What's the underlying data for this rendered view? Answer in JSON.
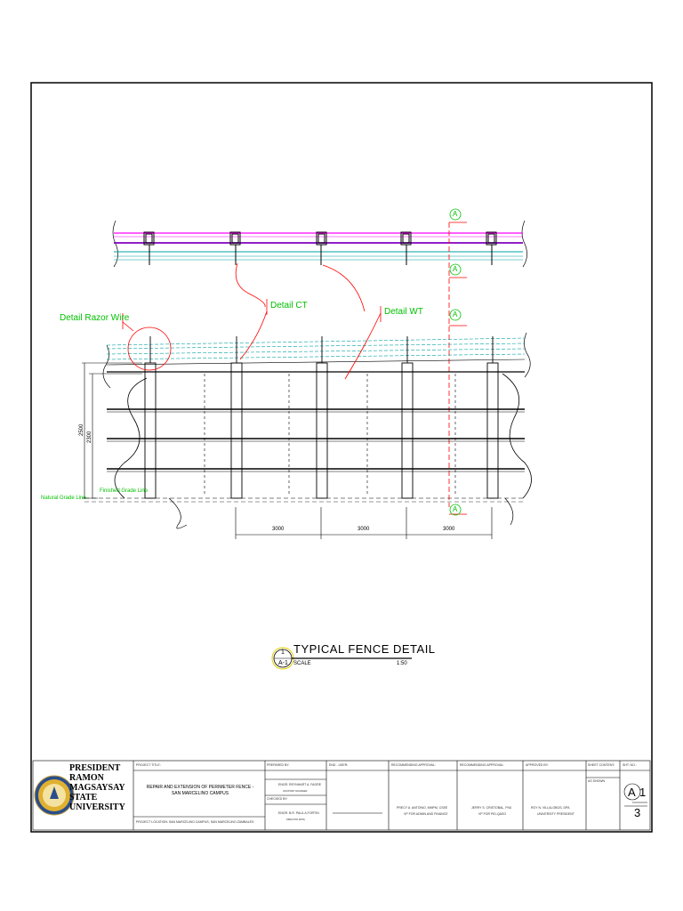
{
  "labels": {
    "detail_razor_wire": "Detail Razor Wire",
    "detail_ct": "Detail CT",
    "detail_wt": "Detail WT",
    "natural_grade_line": "Natural Grade Line",
    "finished_grade_line": "Finished Grade Line",
    "section_marker": "A"
  },
  "dimensions": {
    "height_total": "2500",
    "height_post": "2300",
    "spacing": [
      "3000",
      "3000",
      "3000"
    ]
  },
  "drawing_title": {
    "number": "1",
    "sheet_ref": "A-1",
    "title": "TYPICAL FENCE DETAIL",
    "scale_label": "SCALE",
    "scale_value": "1:50"
  },
  "title_block": {
    "university": [
      "PRESIDENT",
      "RAMON",
      "MAGSAYSAY",
      "STATE",
      "UNIVERSITY"
    ],
    "project_title_label": "PROJECT TITLE:",
    "project_title": "REPAIR AND EXTENSION OF PERIMETER FENCE - SAN MARCELINO CAMPUS",
    "project_location": "PROJECT LOCATION: SAN MARCELINO CAMPUS, SAN MARCELINO ZAMBALES",
    "prepared_by_label": "PREPARED BY:",
    "prepared_by_name": "ENGR. REYNHART A. FAGRE",
    "prepared_by_title": "ASSISTANT ENGINEER",
    "checked_by_label": "CHECKED BY:",
    "checked_by_name": "ENGR. B.R. PAUL A.FORTIN",
    "checked_by_title": "DIRECTOR (DPFI)",
    "end_user_label": "END - USER:",
    "recommending_label_1": "RECOMMENDING APPROVAL:",
    "recommending_name_1": "PRECY A. ANTONIO, MMPM, CSEE",
    "recommending_title_1": "VP FOR ADMIN AND FINANCE",
    "recommending_label_2": "RECOMMENDING APPROVAL:",
    "recommending_name_2": "JERRY S. CRISTOBAL, PhD",
    "recommending_title_2": "VP FOR PID-QASG",
    "approved_label": "APPROVED BY:",
    "approved_name": "ROY N. VILLALOBOS, DPA",
    "approved_title": "UNIVERSITY PRESIDENT",
    "sheet_content_label": "SHEET CONTENT:",
    "sheet_content": "AS SHOWN",
    "sheet_no_label": "SHT. NO.:",
    "sheet_letter": "A",
    "sheet_number": "1",
    "sheet_total": "3"
  },
  "colors": {
    "annotation": "#00c000",
    "callout": "#ff0000",
    "wire_top": "#ff00ff",
    "wire_mid": "#8000c0",
    "wire_low": "#00a0a0"
  }
}
